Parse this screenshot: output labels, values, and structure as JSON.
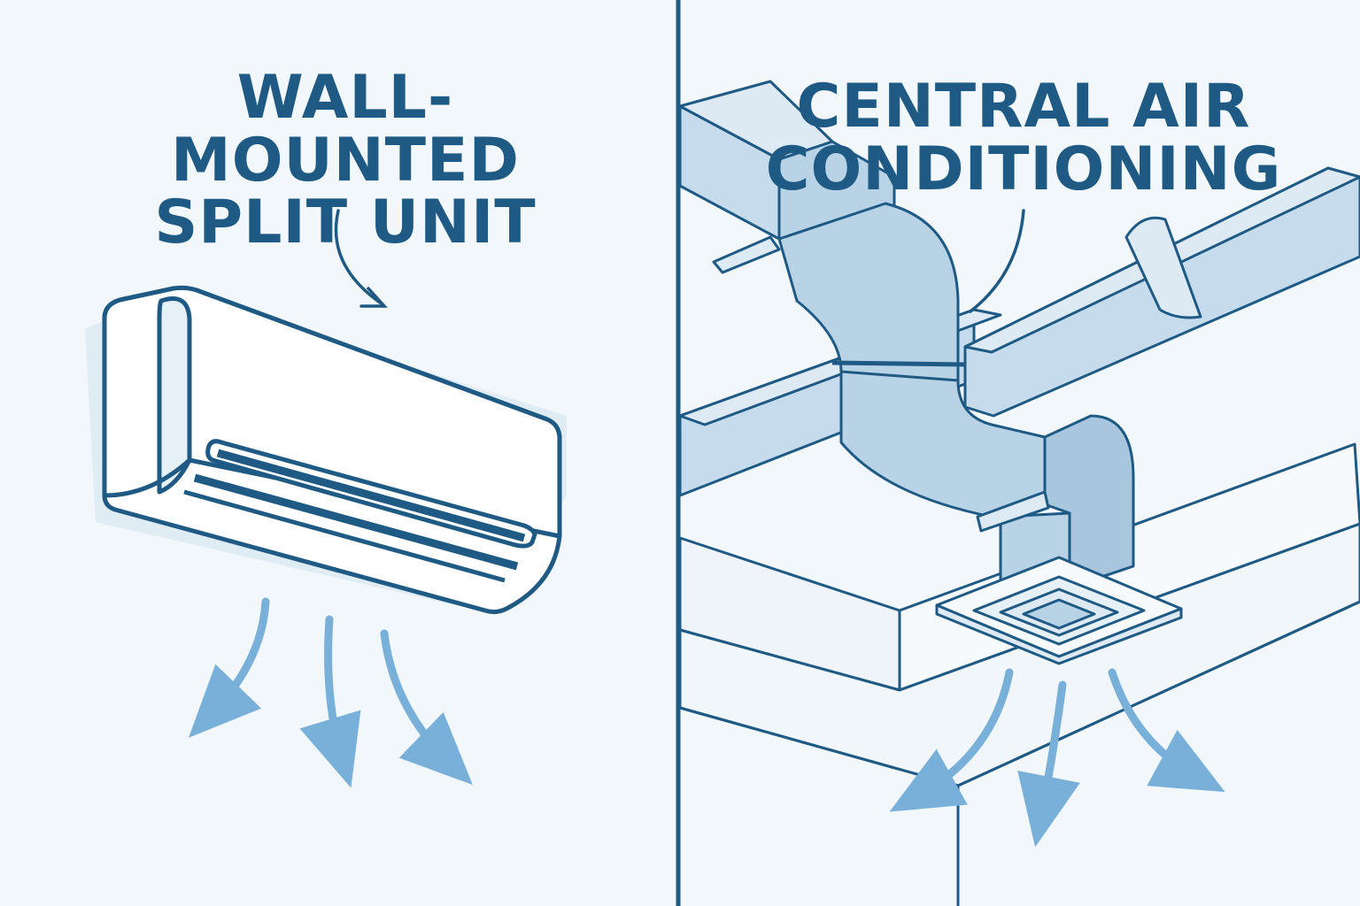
{
  "panels": {
    "left": {
      "title_line1": "WALL-MOUNTED",
      "title_line2": "SPLIT UNIT"
    },
    "right": {
      "title_line1": "CENTRAL AIR",
      "title_line2": "CONDITIONING"
    }
  },
  "colors": {
    "background": "#f1f7fb",
    "outline": "#1f5a85",
    "duct_fill": "#b8d2e6",
    "airflow": "#79b0da"
  },
  "icons": [
    "wall-split-unit-icon",
    "ductwork-icon",
    "ceiling-vent-icon",
    "airflow-arrow-icon",
    "pointer-arrow-icon"
  ]
}
